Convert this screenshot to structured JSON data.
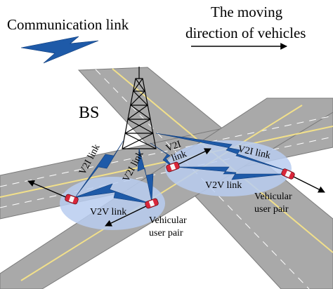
{
  "legend": {
    "communication_link": "Communication link",
    "moving_direction_line1": "The moving",
    "moving_direction_line2": "direction of vehicles"
  },
  "base_station": {
    "label": "BS"
  },
  "links": {
    "v2i_left": "V2I link",
    "v2i_middle": "V2I link",
    "v2i_upper_right": "V2I",
    "v2i_upper_right_2": "link",
    "v2i_right": "V2I link",
    "v2v_left": "V2V link",
    "v2v_right": "V2V link"
  },
  "pairs": {
    "left_line1": "Vehicular",
    "left_line2": "user pair",
    "right_line1": "Vehicular",
    "right_line2": "user pair"
  },
  "colors": {
    "road": "#a9a9a9",
    "road_edge": "#7a7a7a",
    "lane_marking": "#ffffff",
    "center_line": "#f2e08a",
    "lightning": "#1e5aa8",
    "cluster": "#b9cdf0",
    "vehicle": "#d9263a"
  }
}
